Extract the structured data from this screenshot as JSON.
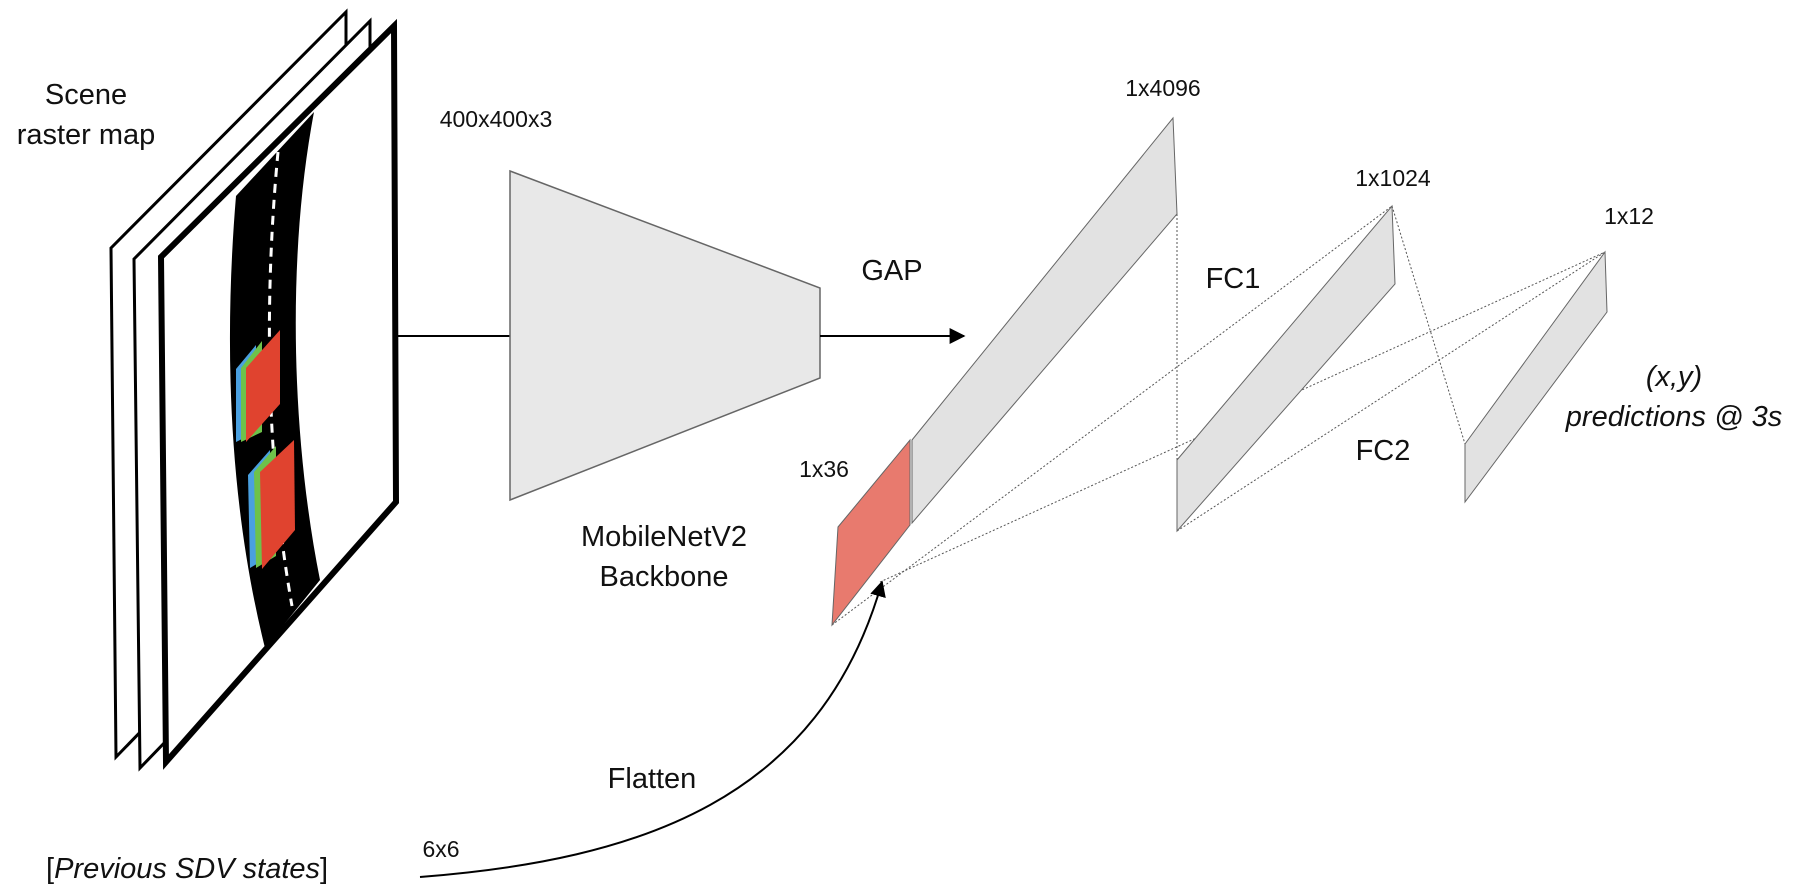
{
  "labels": {
    "scene_line1": "Scene",
    "scene_line2": "raster map",
    "input_dims": "400x400x3",
    "backbone_line1": "MobileNetV2",
    "backbone_line2": "Backbone",
    "gap": "GAP",
    "dims_4096": "1x4096",
    "dims_1024": "1x1024",
    "dims_12": "1x12",
    "dims_36": "1x36",
    "fc1": "FC1",
    "fc2": "FC2",
    "pred_line1": "(x,y)",
    "pred_line2": "predictions @ 3s",
    "flatten": "Flatten",
    "dims_6x6": "6x6",
    "prev_open": "[",
    "prev_text": "Previous SDV states",
    "prev_close": "]"
  },
  "colors": {
    "backbone_fill": "#e8e8e8",
    "layer_fill": "#e2e2e2",
    "state_fill": "#e87a6e",
    "agent_red": "#e0432f",
    "agent_green": "#6ec24a",
    "agent_blue": "#4aa0e0",
    "road": "#000000"
  },
  "icons": {
    "arrow": "arrow-head-icon"
  }
}
